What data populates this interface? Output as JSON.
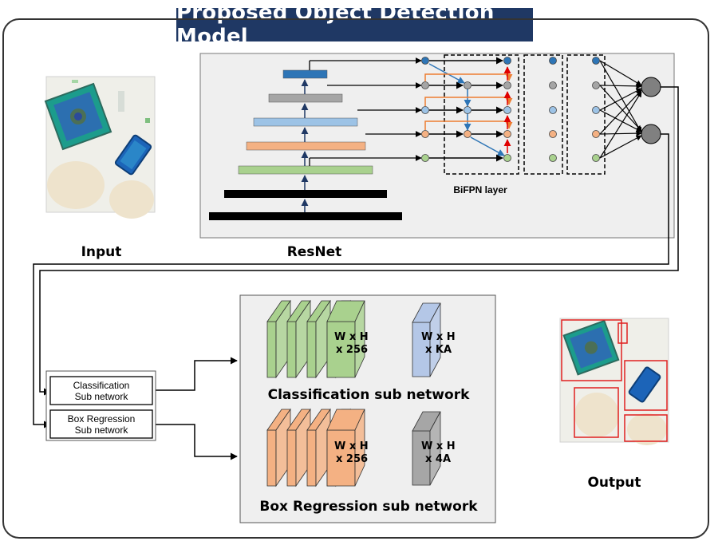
{
  "title": "Proposed Object Detection Model",
  "labels": {
    "input": "Input",
    "backbone": "ResNet",
    "bifpn": "BiFPN layer",
    "output": "Output"
  },
  "subnets": {
    "classification": [
      "Classification",
      "Sub network"
    ],
    "box_regression": [
      "Box Regression",
      "Sub network"
    ]
  },
  "heads": {
    "classification": {
      "title": "Classification sub network",
      "main_block": [
        "W x H",
        "x 256"
      ],
      "output_block": [
        "W x H",
        "x KA"
      ]
    },
    "box_regression": {
      "title": "Box Regression sub network",
      "main_block": [
        "W x H",
        "x 256"
      ],
      "output_block": [
        "W x H",
        "x 4A"
      ]
    }
  },
  "colors": {
    "title_bg": "#1f3864",
    "level_blue": "#2e75b6",
    "level_gray": "#a5a5a5",
    "level_lightblue": "#9dc3e6",
    "level_salmon": "#f4b183",
    "level_green": "#a9d18e",
    "arrow_blue": "#2e75b6",
    "arrow_orange": "#ed7d31",
    "arrow_red": "#e00000",
    "head_green": "#a9d18e",
    "head_salmon": "#f4b183",
    "head_lavender": "#b4c7e7",
    "head_gray": "#a6a6a6",
    "detection_box": "#e02020"
  }
}
